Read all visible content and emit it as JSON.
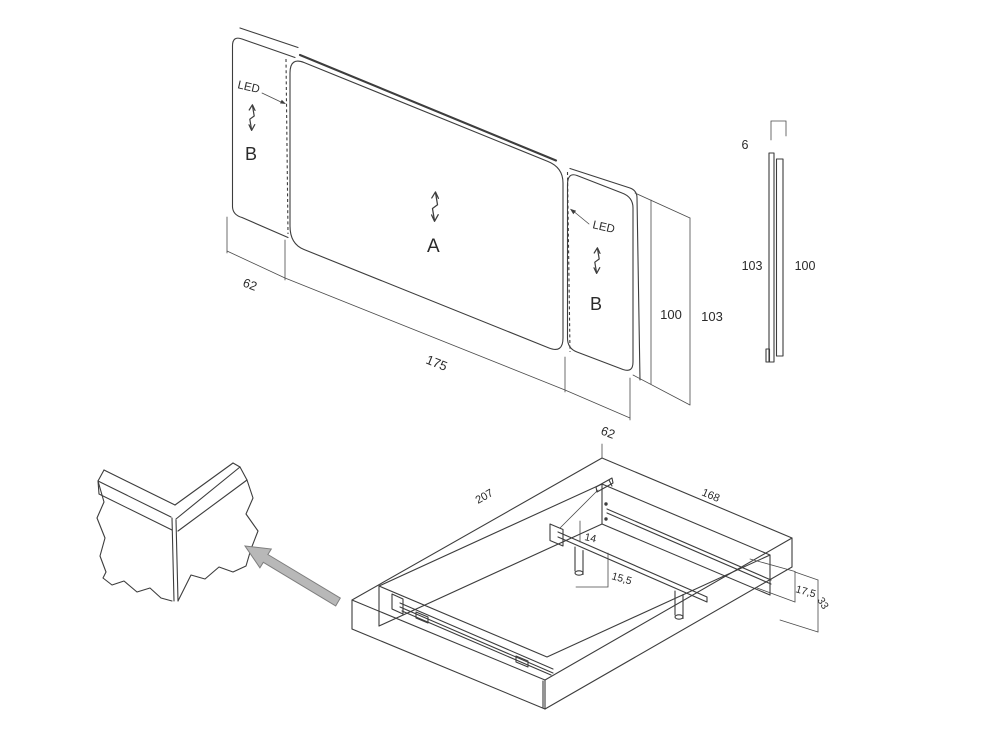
{
  "headboard": {
    "led_label": "LED",
    "panels": {
      "left": "B",
      "center": "A",
      "right": "B"
    },
    "dims": {
      "left_width": "62",
      "center_width": "175",
      "right_width": "62",
      "front_height": "100",
      "back_height": "103"
    }
  },
  "profile": {
    "thickness": "6",
    "back_height": "103",
    "front_height": "100"
  },
  "frame": {
    "length": "207",
    "width": "168",
    "rail_height": "14",
    "leg_height": "15,5",
    "side_height": "17,5",
    "total_height": "33"
  },
  "colors": {
    "line": "#3d3d3d",
    "dimension_line": "#4a4a4a",
    "text": "#2a2a2a",
    "callout_arrow_fill": "#b8b8b8",
    "background": "#ffffff"
  }
}
